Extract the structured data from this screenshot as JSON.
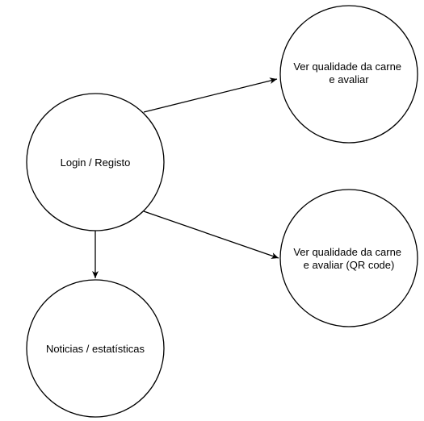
{
  "nodes": {
    "login": {
      "lines": [
        "Login / Registo"
      ]
    },
    "quality": {
      "lines": [
        "Ver qualidade da carne",
        "e avaliar"
      ]
    },
    "quality_qr": {
      "lines": [
        "Ver qualidade da carne",
        "e avaliar (QR code)"
      ]
    },
    "news": {
      "lines": [
        "Noticias / estatísticas"
      ]
    }
  },
  "colors": {
    "stroke": "#000000",
    "fill": "#ffffff",
    "background": "#ffffff"
  }
}
